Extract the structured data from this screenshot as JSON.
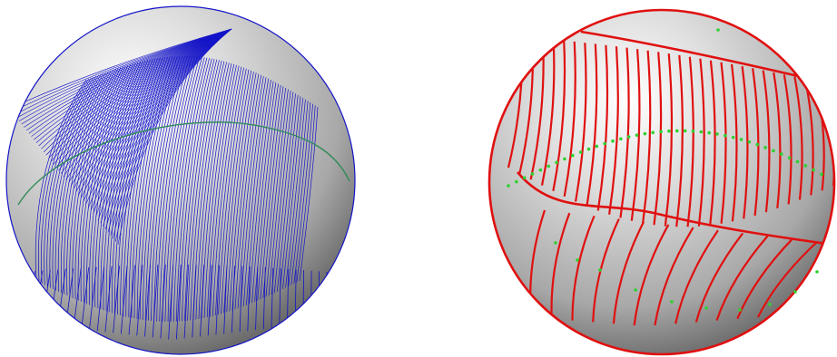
{
  "figure": {
    "panels": [
      {
        "id": "left",
        "curve_color": "#1414c8",
        "seam_color": "#2e8b57",
        "sphere_light": "#ffffff",
        "sphere_mid": "#c8c8c8",
        "sphere_dark": "#4a4a4a",
        "style": "dense-thin-lines"
      },
      {
        "id": "right",
        "curve_color": "#e01010",
        "dot_color": "#30d030",
        "sphere_light": "#ffffff",
        "sphere_mid": "#c8c8c8",
        "sphere_dark": "#4a4a4a",
        "style": "sparse-thick-lines"
      }
    ]
  }
}
